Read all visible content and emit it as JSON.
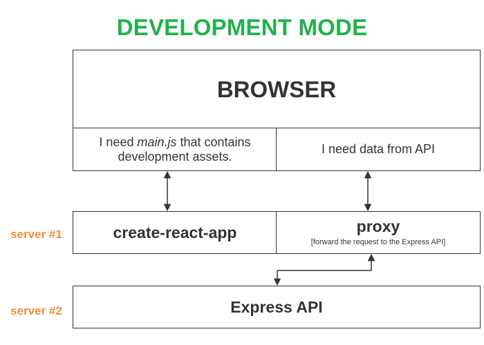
{
  "title": "DEVELOPMENT MODE",
  "browser": {
    "label": "BROWSER",
    "need_left": {
      "before": "I need ",
      "emphasis": "main.js",
      "after": " that contains development assets."
    },
    "need_right": "I need data from API"
  },
  "server1": {
    "label": "server #1",
    "create_react_app": "create-react-app",
    "proxy": {
      "label": "proxy",
      "sublabel": "[forward the request to the Express API]"
    }
  },
  "server2": {
    "label": "server #2",
    "express_api": "Express API"
  },
  "colors": {
    "title": "#22b14c",
    "server_label": "#f08c3a",
    "border": "#333333",
    "text": "#333333"
  }
}
